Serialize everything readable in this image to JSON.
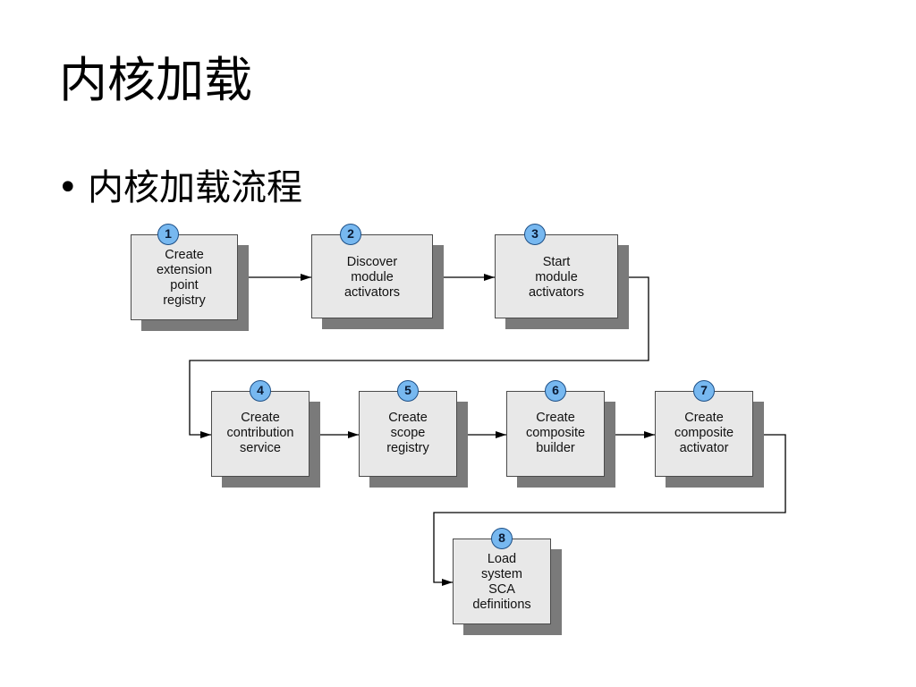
{
  "slide": {
    "title": "内核加载",
    "bullet_symbol": "•",
    "bullet_text": "内核加载流程"
  },
  "diagram": {
    "steps": [
      {
        "number": "1",
        "label": "Create\nextension\npoint\nregistry"
      },
      {
        "number": "2",
        "label": "Discover\nmodule\nactivators"
      },
      {
        "number": "3",
        "label": "Start\nmodule\nactivators"
      },
      {
        "number": "4",
        "label": "Create\ncontribution\nservice"
      },
      {
        "number": "5",
        "label": "Create\nscope\nregistry"
      },
      {
        "number": "6",
        "label": "Create\ncomposite\nbuilder"
      },
      {
        "number": "7",
        "label": "Create\ncomposite\nactivator"
      },
      {
        "number": "8",
        "label": "Load\nsystem\nSCA\ndefinitions"
      }
    ],
    "colors": {
      "box_fill": "#e8e8e8",
      "box_border": "#4a4a4a",
      "shadow": "#7a7a7a",
      "badge_fill": "#77b8f0",
      "badge_border": "#1d4f86",
      "connector": "#000000"
    }
  }
}
